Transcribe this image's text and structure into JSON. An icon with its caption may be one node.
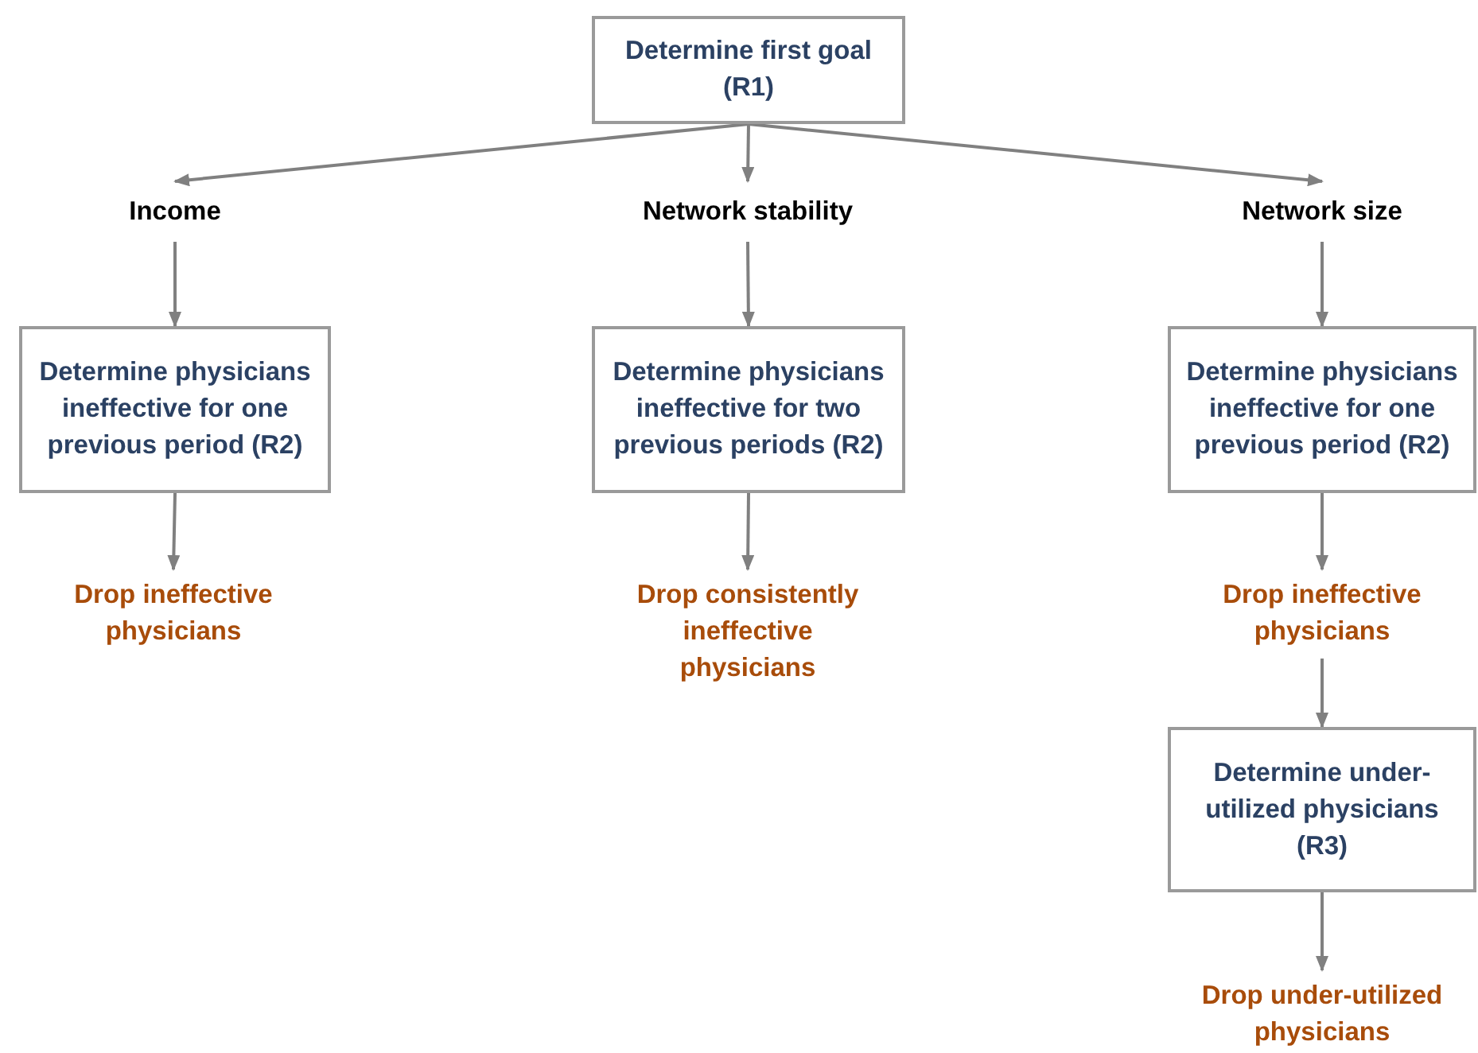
{
  "diagram": {
    "nodes": [
      {
        "text": [
          "Determine first goal (R1)"
        ]
      },
      {
        "text": [
          "Income"
        ]
      },
      {
        "text": [
          "Network stability"
        ]
      },
      {
        "text": [
          "Network size"
        ]
      },
      {
        "text": [
          "Determine physicians ineffective for one previous period (R2)"
        ]
      },
      {
        "text": [
          "Determine physicians ineffective for two previous periods (R2)"
        ]
      },
      {
        "text": [
          "Determine physicians ineffective for one previous period (R2)"
        ]
      },
      {
        "text": [
          "Drop ineffective physicians"
        ]
      },
      {
        "text": [
          "Drop consistently ineffective physicians"
        ]
      },
      {
        "text": [
          "Drop ineffective physicians"
        ]
      },
      {
        "text": [
          "Determine under-utilized physicians (R3)"
        ]
      },
      {
        "text": [
          "Drop under-utilized physicians"
        ]
      }
    ],
    "edges": [
      {
        "from": 0,
        "to": 1,
        "arrow": "to"
      },
      {
        "from": 0,
        "to": 2,
        "arrow": "to"
      },
      {
        "from": 0,
        "to": 3,
        "arrow": "to"
      },
      {
        "from": 1,
        "to": 4,
        "arrow": "to"
      },
      {
        "from": 2,
        "to": 5,
        "arrow": "to"
      },
      {
        "from": 3,
        "to": 6,
        "arrow": "to"
      },
      {
        "from": 4,
        "to": 7,
        "arrow": "to"
      },
      {
        "from": 5,
        "to": 8,
        "arrow": "to"
      },
      {
        "from": 6,
        "to": 9,
        "arrow": "to"
      },
      {
        "from": 9,
        "to": 10,
        "arrow": "to"
      },
      {
        "from": 10,
        "to": 11,
        "arrow": "to"
      }
    ]
  }
}
